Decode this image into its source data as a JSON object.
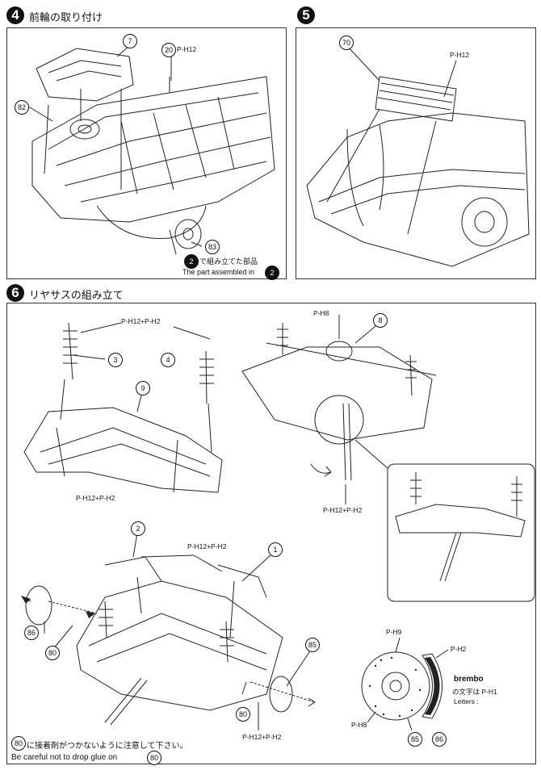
{
  "step4": {
    "number": "4",
    "title": "前輪の取り付け",
    "callouts": {
      "c7": "7",
      "c20": "20",
      "c20_label": "P-H12",
      "c82": "82",
      "c83": "83"
    },
    "note_jp_prefix": "2",
    "note_jp": "で組み立てた部品",
    "note_en": "The part assembled in",
    "note_en_suffix": "2"
  },
  "step5": {
    "number": "5",
    "callouts": {
      "c70": "70",
      "ph12": "P-H12"
    }
  },
  "step6": {
    "number": "6",
    "title": "リヤサスの組み立て",
    "labels": {
      "top_left": "P-H12+P-H2",
      "mid_left": "P-H12+P-H2",
      "top_right": "P-H8",
      "mid_right": "P-H12+P-H2",
      "lower_mid": "P-H12+P-H2",
      "lower_right": "P-H12+P-H2"
    },
    "callouts": {
      "c3": "3",
      "c4": "4",
      "c9": "9",
      "c8": "8",
      "c2": "2",
      "c1": "1",
      "c86": "86",
      "c80a": "80",
      "c80b": "80",
      "c85": "85",
      "c85b": "85",
      "c86b": "86"
    },
    "disc": {
      "ph9": "P-H9",
      "ph2": "P-H2",
      "ph8": "P-H8",
      "brembo": "brembo",
      "letters_jp": "の文字は P-H1",
      "letters_en": "Letters :"
    },
    "warning_jp": "に接着剤がつかないように注意して下さい。",
    "warning_en": "Be careful not to drop glue on",
    "warning_num": "80"
  }
}
